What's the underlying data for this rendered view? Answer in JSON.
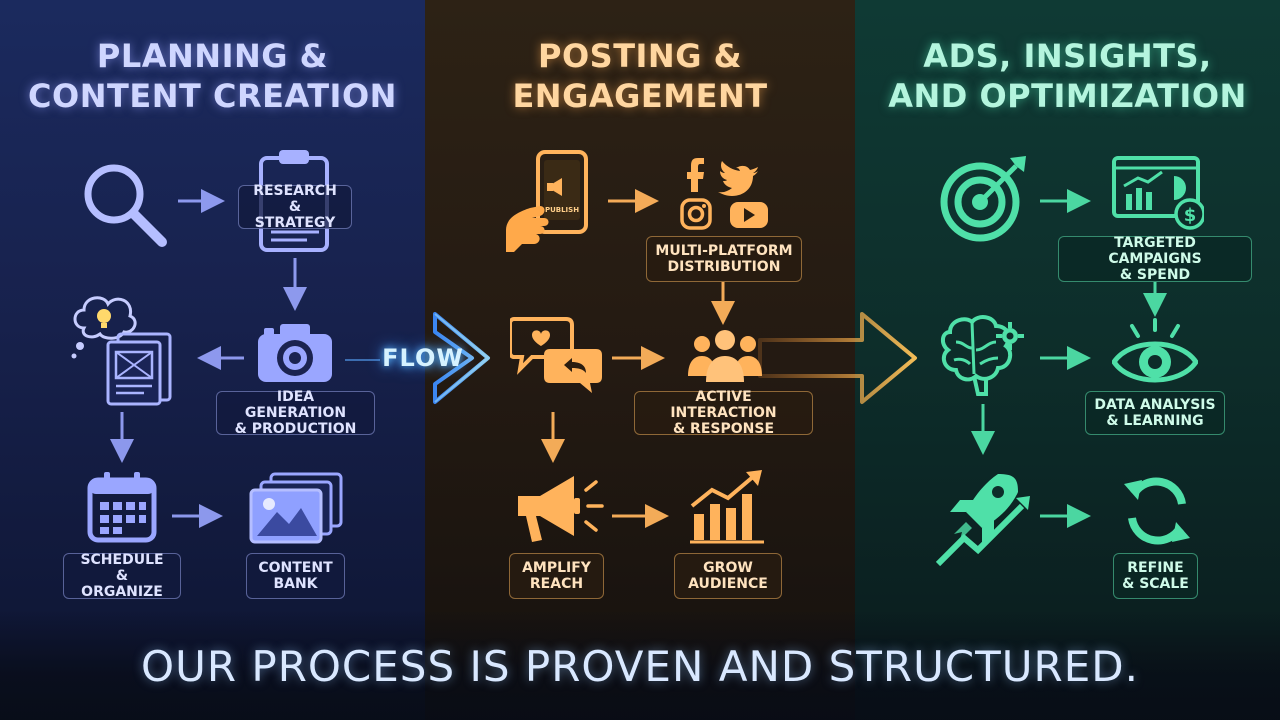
{
  "colors": {
    "blue": "#9aa6ff",
    "orange": "#ffb35c",
    "green": "#4fe0a8"
  },
  "columns": [
    {
      "title": "PLANNING &\nCONTENT CREATION",
      "steps": [
        {
          "label": "RESEARCH\n& STRATEGY",
          "icon": "clipboard-icon"
        },
        {
          "label": "IDEA GENERATION\n& PRODUCTION",
          "icon": "camera-icon"
        },
        {
          "label": "SCHEDULE &\nORGANIZE",
          "icon": "calendar-icon"
        },
        {
          "label": "CONTENT\nBANK",
          "icon": "image-stack-icon"
        }
      ],
      "extra_icons": [
        "magnifier-icon",
        "lightbulb-thought-icon",
        "document-draft-icon"
      ]
    },
    {
      "title": "POSTING &\nENGAGEMENT",
      "steps": [
        {
          "label": "MULTI-PLATFORM\nDISTRIBUTION",
          "icon": "social-platforms-icon"
        },
        {
          "label": "ACTIVE INTERACTION\n& RESPONSE",
          "icon": "people-group-icon"
        },
        {
          "label": "AMPLIFY\nREACH",
          "icon": "megaphone-icon"
        },
        {
          "label": "GROW\nAUDIENCE",
          "icon": "growth-chart-icon"
        }
      ],
      "extra_icons": [
        "phone-publish-icon",
        "chat-bubbles-icon"
      ],
      "phone_text": "PUBLISH"
    },
    {
      "title": "ADS, INSIGHTS,\nAND OPTIMIZATION",
      "steps": [
        {
          "label": "TARGETED CAMPAIGNS\n& SPEND",
          "icon": "analytics-dollar-icon"
        },
        {
          "label": "DATA ANALYSIS\n& LEARNING",
          "icon": "eye-icon"
        },
        {
          "label": "REFINE\n& SCALE",
          "icon": "refresh-icon"
        }
      ],
      "extra_icons": [
        "target-icon",
        "brain-gear-icon",
        "rocket-growth-icon"
      ]
    }
  ],
  "flow_label": "FLOW",
  "tagline": "OUR PROCESS IS PROVEN AND STRUCTURED."
}
